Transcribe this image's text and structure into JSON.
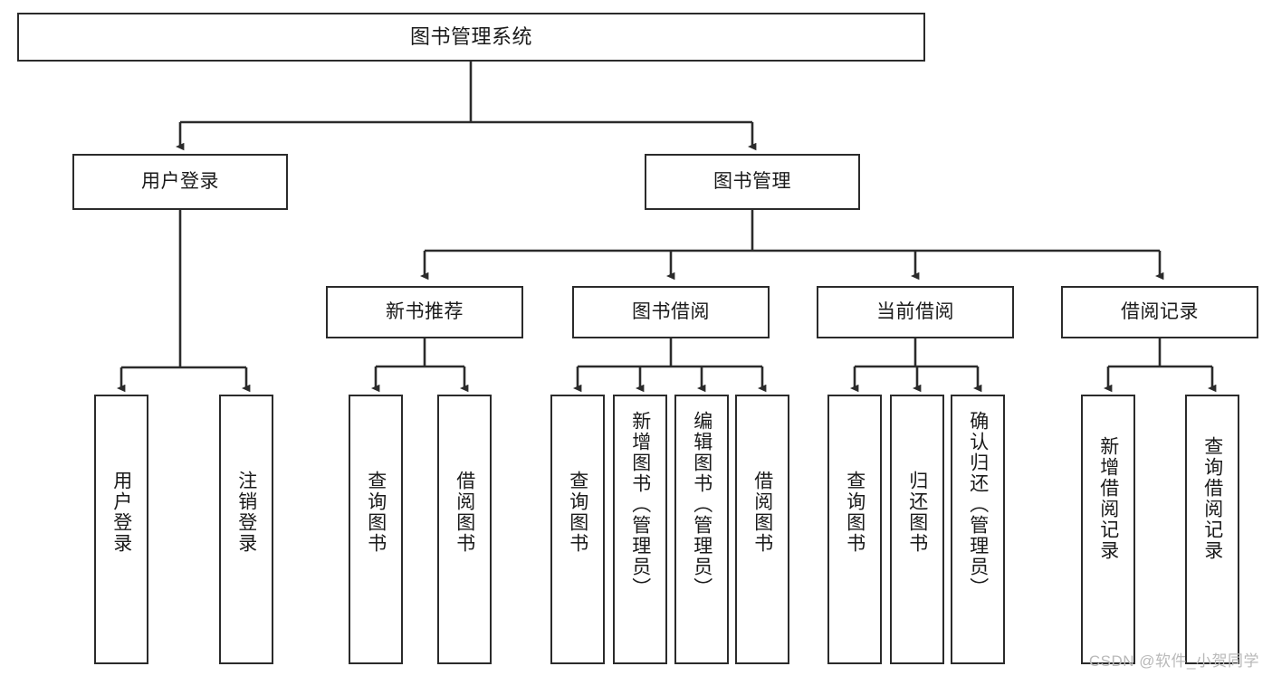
{
  "diagram": {
    "type": "tree-hierarchy",
    "title": "图书管理系统",
    "orientation": "top-down",
    "colors": {
      "box_border": "#2b2b2b",
      "box_fill": "#ffffff",
      "edge": "#2b2b2b",
      "text": "#1a1a1a",
      "watermark": "#b9b9b9",
      "background": "#ffffff"
    },
    "levels": {
      "root": {
        "label": "图书管理系统"
      },
      "level2": [
        {
          "id": "user-login",
          "label": "用户登录"
        },
        {
          "id": "book-manage",
          "label": "图书管理"
        }
      ],
      "level3": [
        {
          "id": "new-book-recommend",
          "label": "新书推荐",
          "parent": "book-manage"
        },
        {
          "id": "book-borrow",
          "label": "图书借阅",
          "parent": "book-manage"
        },
        {
          "id": "current-borrow",
          "label": "当前借阅",
          "parent": "book-manage"
        },
        {
          "id": "borrow-record",
          "label": "借阅记录",
          "parent": "book-manage"
        }
      ],
      "leaves": {
        "user_login": [
          {
            "id": "leaf-user-login",
            "label": "用户登录"
          },
          {
            "id": "leaf-logout",
            "label": "注销登录"
          }
        ],
        "new_book_recommend": [
          {
            "id": "leaf-query-book-1",
            "label": "查询图书"
          },
          {
            "id": "leaf-borrow-book-1",
            "label": "借阅图书"
          }
        ],
        "book_borrow": [
          {
            "id": "leaf-query-book-2",
            "label": "查询图书"
          },
          {
            "id": "leaf-add-book",
            "label": "新增图书（管理员）"
          },
          {
            "id": "leaf-edit-book",
            "label": "编辑图书（管理员）"
          },
          {
            "id": "leaf-borrow-book-2",
            "label": "借阅图书"
          }
        ],
        "current_borrow": [
          {
            "id": "leaf-query-book-3",
            "label": "查询图书"
          },
          {
            "id": "leaf-return-book",
            "label": "归还图书"
          },
          {
            "id": "leaf-confirm-return",
            "label": "确认归还（管理员）"
          }
        ],
        "borrow_record": [
          {
            "id": "leaf-add-record",
            "label": "新增借阅记录"
          },
          {
            "id": "leaf-query-record",
            "label": "查询借阅记录"
          }
        ]
      }
    }
  },
  "watermark": {
    "text": "CSDN @软件_小贺同学"
  }
}
